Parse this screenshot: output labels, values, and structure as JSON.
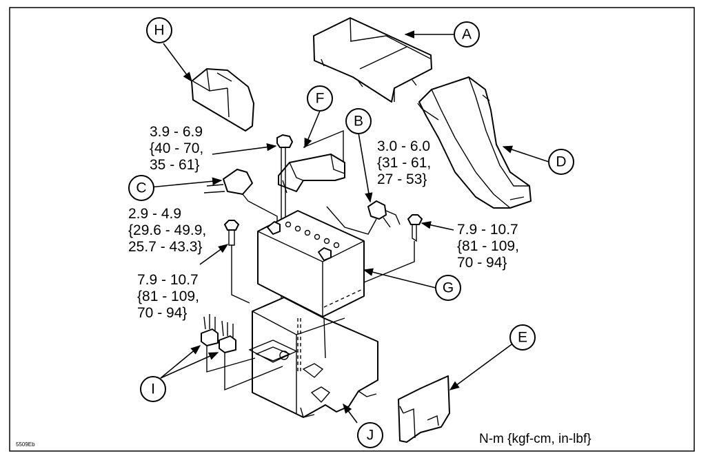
{
  "callouts": {
    "A": "A",
    "B": "B",
    "C": "C",
    "D": "D",
    "E": "E",
    "F": "F",
    "G": "G",
    "H": "H",
    "I": "I",
    "J": "J"
  },
  "torques": {
    "nut_f": [
      "3.9 - 6.9",
      "{40 - 70,",
      "35 - 61}"
    ],
    "terminal_b": [
      "3.0 - 6.0",
      "{31 - 61,",
      "27 - 53}"
    ],
    "terminal_c": [
      "2.9 - 4.9",
      "{29.6 - 49.9,",
      "25.7 - 43.3}"
    ],
    "bolt_right": [
      "7.9 - 10.7",
      "{81 - 109,",
      "70 - 94}"
    ],
    "bolt_left": [
      "7.9 - 10.7",
      "{81 - 109,",
      "70 - 94}"
    ]
  },
  "units_label": "N-m {kgf-cm, in-lbf}",
  "figure_code": "5509Eb"
}
